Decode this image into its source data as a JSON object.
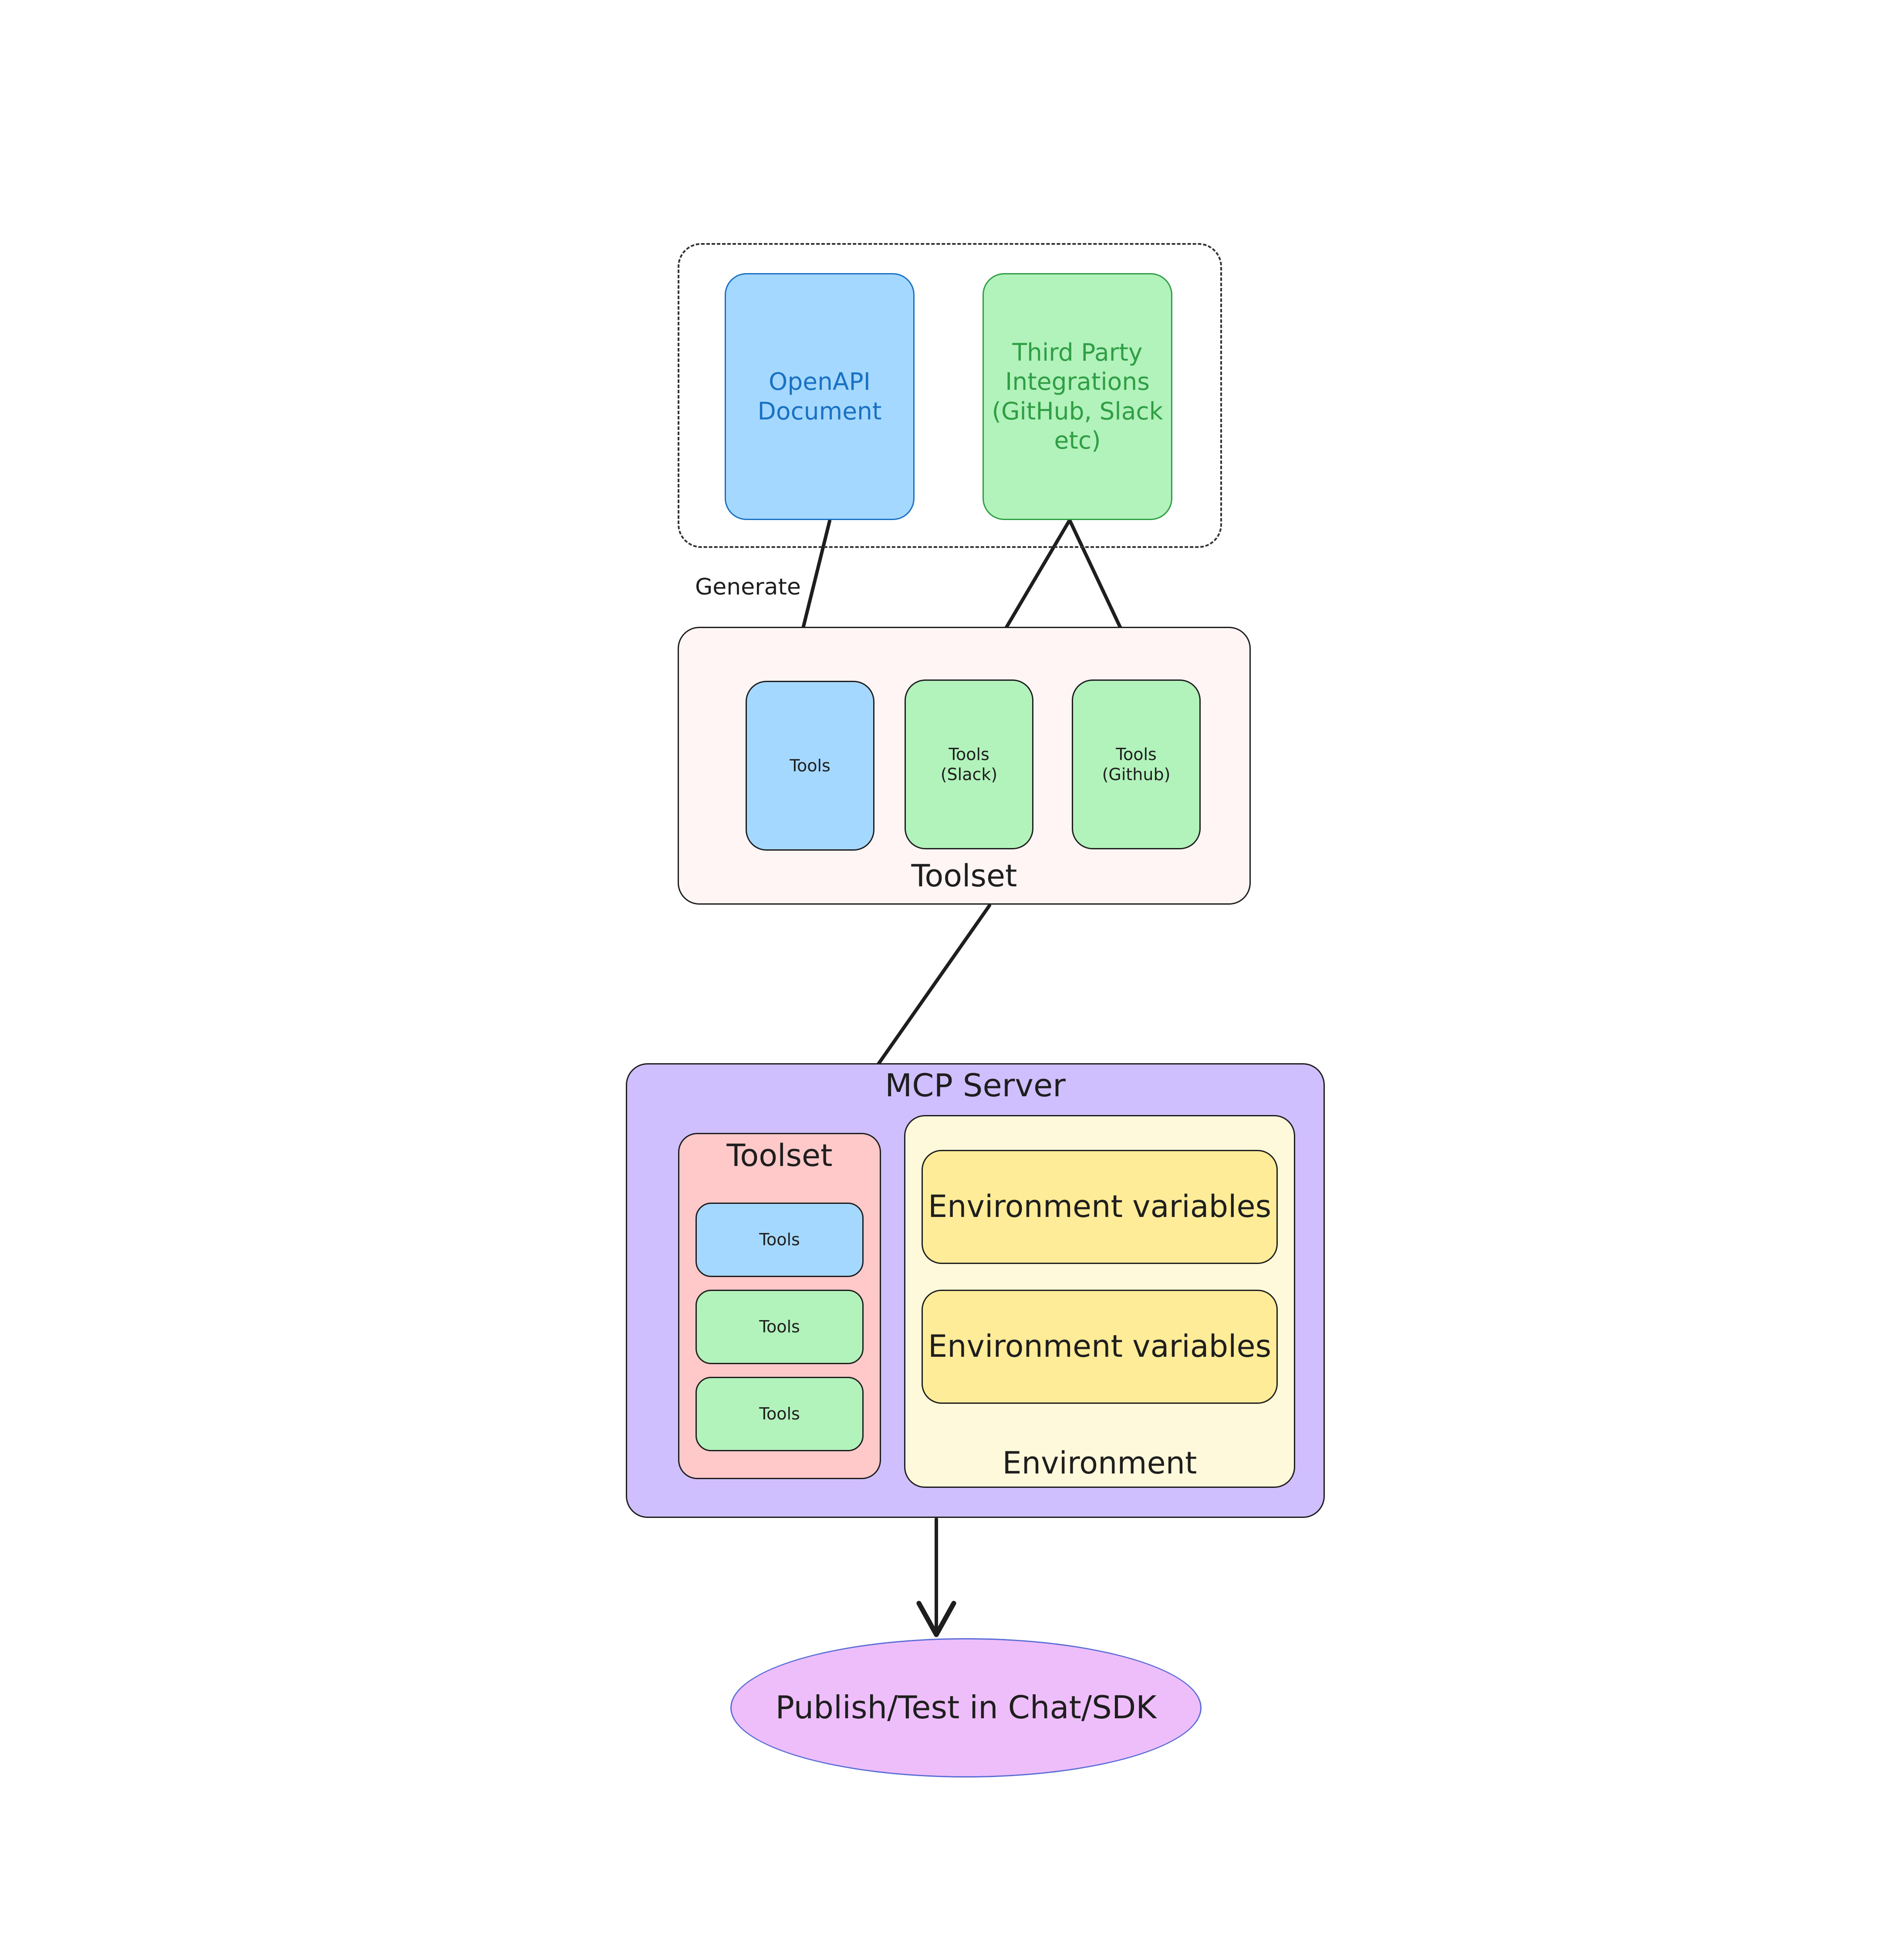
{
  "source_group": {
    "openapi": "OpenAPI\nDocument",
    "third_party": "Third Party\nIntegrations\n(GitHub, Slack\netc)"
  },
  "generate_label": "Generate",
  "toolset_panel": {
    "title": "Toolset",
    "cards": [
      "Tools",
      "Tools\n(Slack)",
      "Tools\n(Github)"
    ]
  },
  "mcp_server": {
    "title": "MCP Server",
    "toolset": {
      "title": "Toolset",
      "items": [
        "Tools",
        "Tools",
        "Tools"
      ]
    },
    "environment": {
      "title": "Environment",
      "variables": [
        "Environment variables",
        "Environment variables"
      ]
    }
  },
  "publish": "Publish/Test in Chat/SDK",
  "colors": {
    "blue_fill": "#a5d8ff",
    "blue_stroke": "#1971c2",
    "green_fill": "#b2f2bb",
    "green_stroke": "#2f9e44",
    "toolset_bg": "#fff5f5",
    "mcp_bg": "#d0bfff",
    "inner_toolset_bg": "#ffc9c9",
    "environment_bg": "#fff9db",
    "env_var_bg": "#ffec99",
    "publish_bg": "#eebefa"
  }
}
